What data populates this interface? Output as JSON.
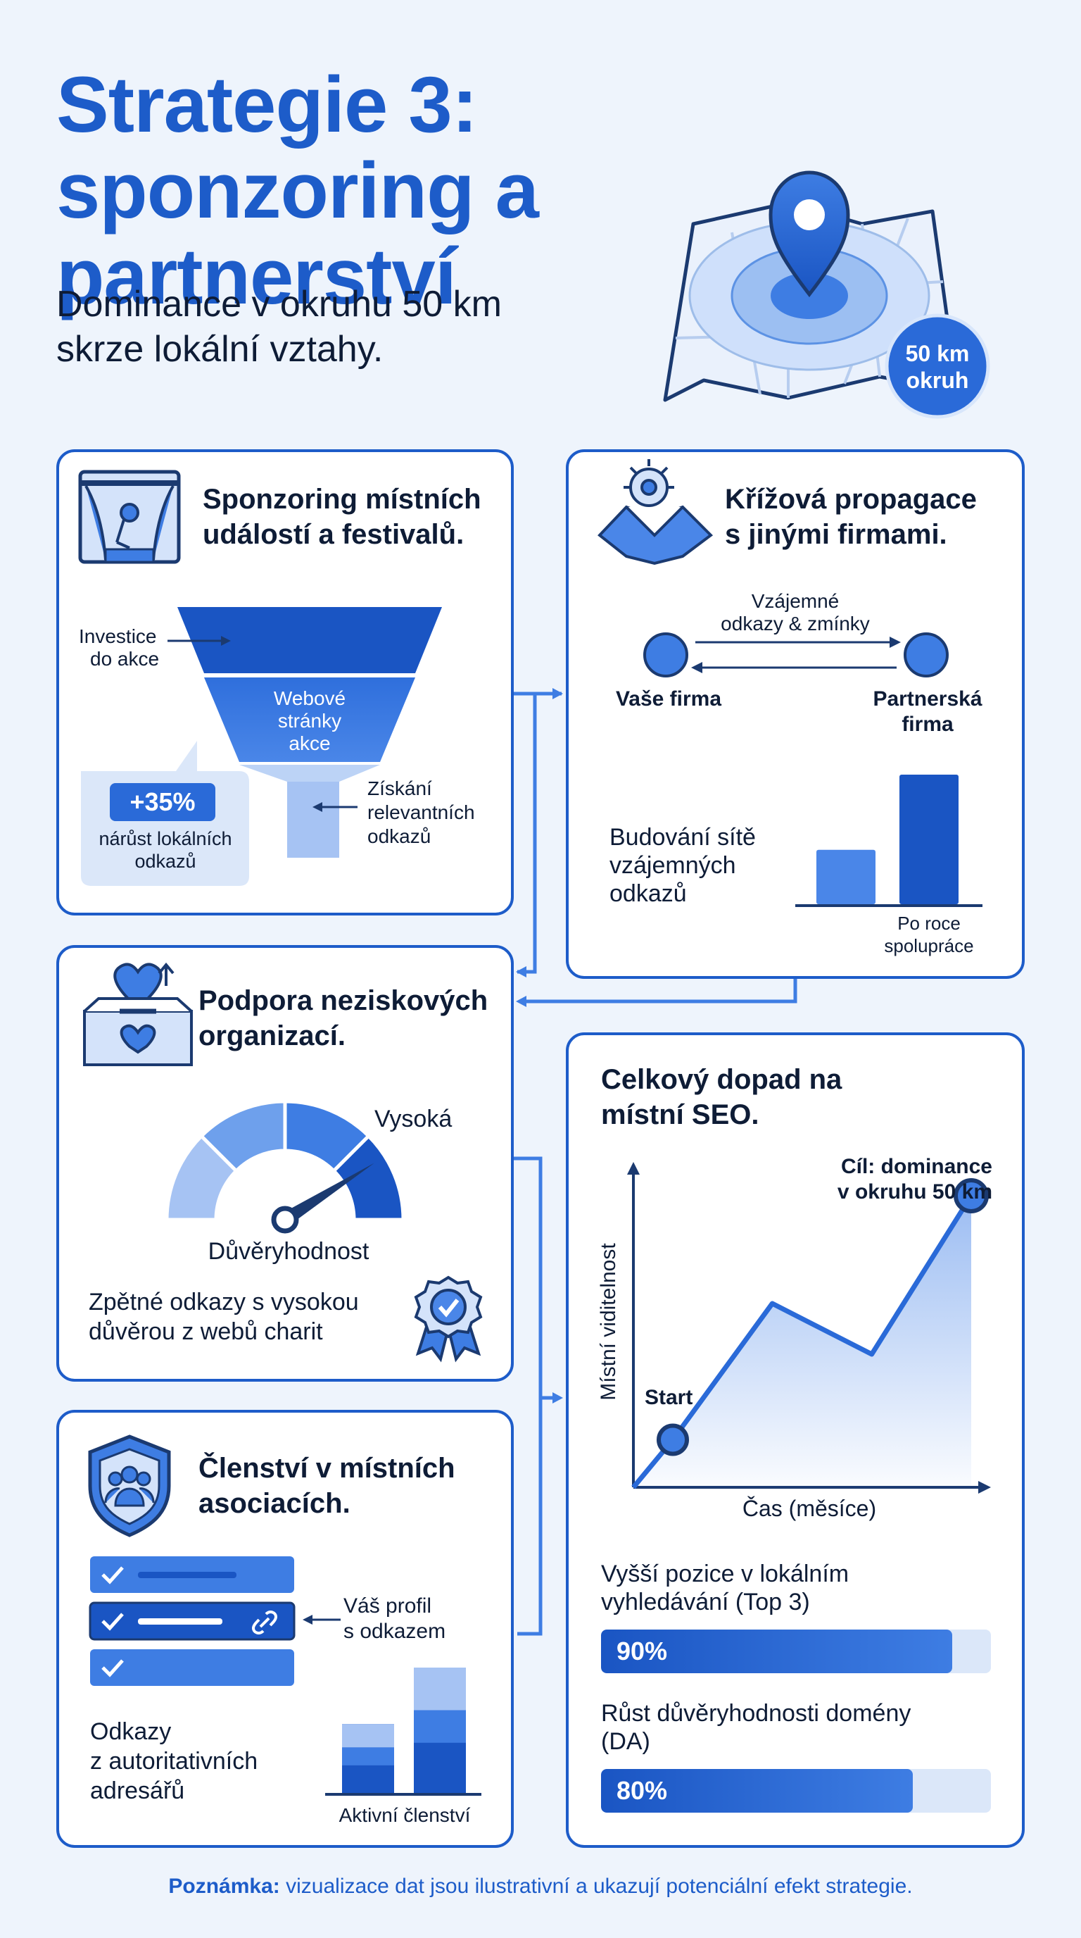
{
  "header": {
    "title": "Strategie 3: sponzoring a partnerství",
    "subtitle": "Dominance v okruhu 50 km skrze lokální vztahy.",
    "map_badge": [
      "50 km",
      "okruh"
    ]
  },
  "colors": {
    "primary": "#1d5cc9",
    "dark": "#0e1c36",
    "light": "#dbe7f9",
    "background": "#eef4fc"
  },
  "sponsoring": {
    "title": [
      "Sponzoring místních",
      "událostí a festivalů."
    ],
    "icon": "stage-icon",
    "funnel_in": [
      "Investice",
      "do akce"
    ],
    "funnel_center": [
      "Webové",
      "stránky",
      "akce"
    ],
    "funnel_out": [
      "Získání",
      "relevantních",
      "odkazů"
    ],
    "badge_value": "+35%",
    "badge_text": [
      "nárůst lokálních",
      "odkazů"
    ]
  },
  "cross_promo": {
    "title": [
      "Křížová propagace",
      "s jinými firmami."
    ],
    "icon": "handshake-gear-icon",
    "arrow_label": [
      "Vzájemné",
      "odkazy & zmínky"
    ],
    "left_node": "Vaše firma",
    "right_node": [
      "Partnerská",
      "firma"
    ],
    "network_text": [
      "Budování sítě",
      "vzájemných",
      "odkazů"
    ],
    "bar_caption": [
      "Po roce",
      "spolupráce"
    ],
    "bars": [
      0.42,
      1.0
    ]
  },
  "nonprofit": {
    "title": [
      "Podpora neziskových",
      "organizací."
    ],
    "icon": "donation-box-icon",
    "gauge_high": "Vysoká",
    "gauge_label": "Důvěryhodnost",
    "gauge_value": 0.82,
    "bottom_text": [
      "Zpětné odkazy s vysokou",
      "důvěrou z webů charit"
    ],
    "badge_icon": "award-badge-icon"
  },
  "membership": {
    "title": [
      "Členství v místních",
      "asociacích."
    ],
    "icon": "shield-users-icon",
    "profile_label": [
      "Váš profil",
      "s odkazem"
    ],
    "bottom_text": [
      "Odkazy",
      "z autoritativních",
      "adresářů"
    ],
    "bar_caption": "Aktivní členství",
    "bars": [
      0.55,
      1.0
    ]
  },
  "impact": {
    "title": [
      "Celkový dopad na",
      "místní SEO."
    ],
    "y_label": "Místní viditelnost",
    "x_label": "Čas (měsíce)",
    "start_label": "Start",
    "goal_label": [
      "Cíl: dominance",
      "v okruhu 50 km"
    ],
    "metric1_label": [
      "Vyšší pozice v lokálním",
      "vyhledávání (Top 3)"
    ],
    "metric1_value": 90,
    "metric1_text": "90%",
    "metric2_label": [
      "Růst důvěryhodnosti domény",
      "(DA)"
    ],
    "metric2_value": 80,
    "metric2_text": "80%"
  },
  "chart_data": {
    "type": "line",
    "x": [
      0,
      1,
      2,
      3
    ],
    "y": [
      0.15,
      0.58,
      0.42,
      0.92
    ],
    "xlabel": "Čas (měsíce)",
    "ylabel": "Místní viditelnost",
    "annotations": [
      "Start",
      "Cíl: dominance v okruhu 50 km"
    ]
  },
  "footer": {
    "bold": "Poznámka:",
    "text": " vizualizace dat jsou ilustrativní a ukazují potenciální efekt strategie."
  }
}
